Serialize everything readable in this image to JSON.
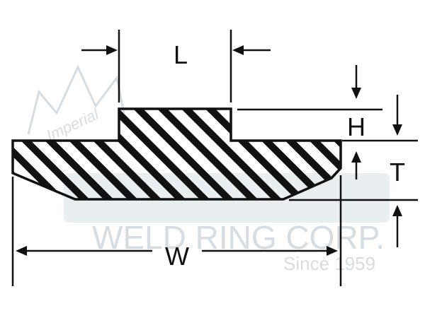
{
  "dimensions": {
    "length_label": "L",
    "height_label": "H",
    "thickness_label": "T",
    "width_label": "W"
  },
  "watermark": {
    "script_text": "Imperial",
    "company_text": "WELD RING CORP.",
    "since_text": "Since 1959"
  },
  "colors": {
    "outline": "#111111",
    "hatch": "#111111",
    "fill": "#ffffff",
    "watermark": "#d6dde2"
  }
}
